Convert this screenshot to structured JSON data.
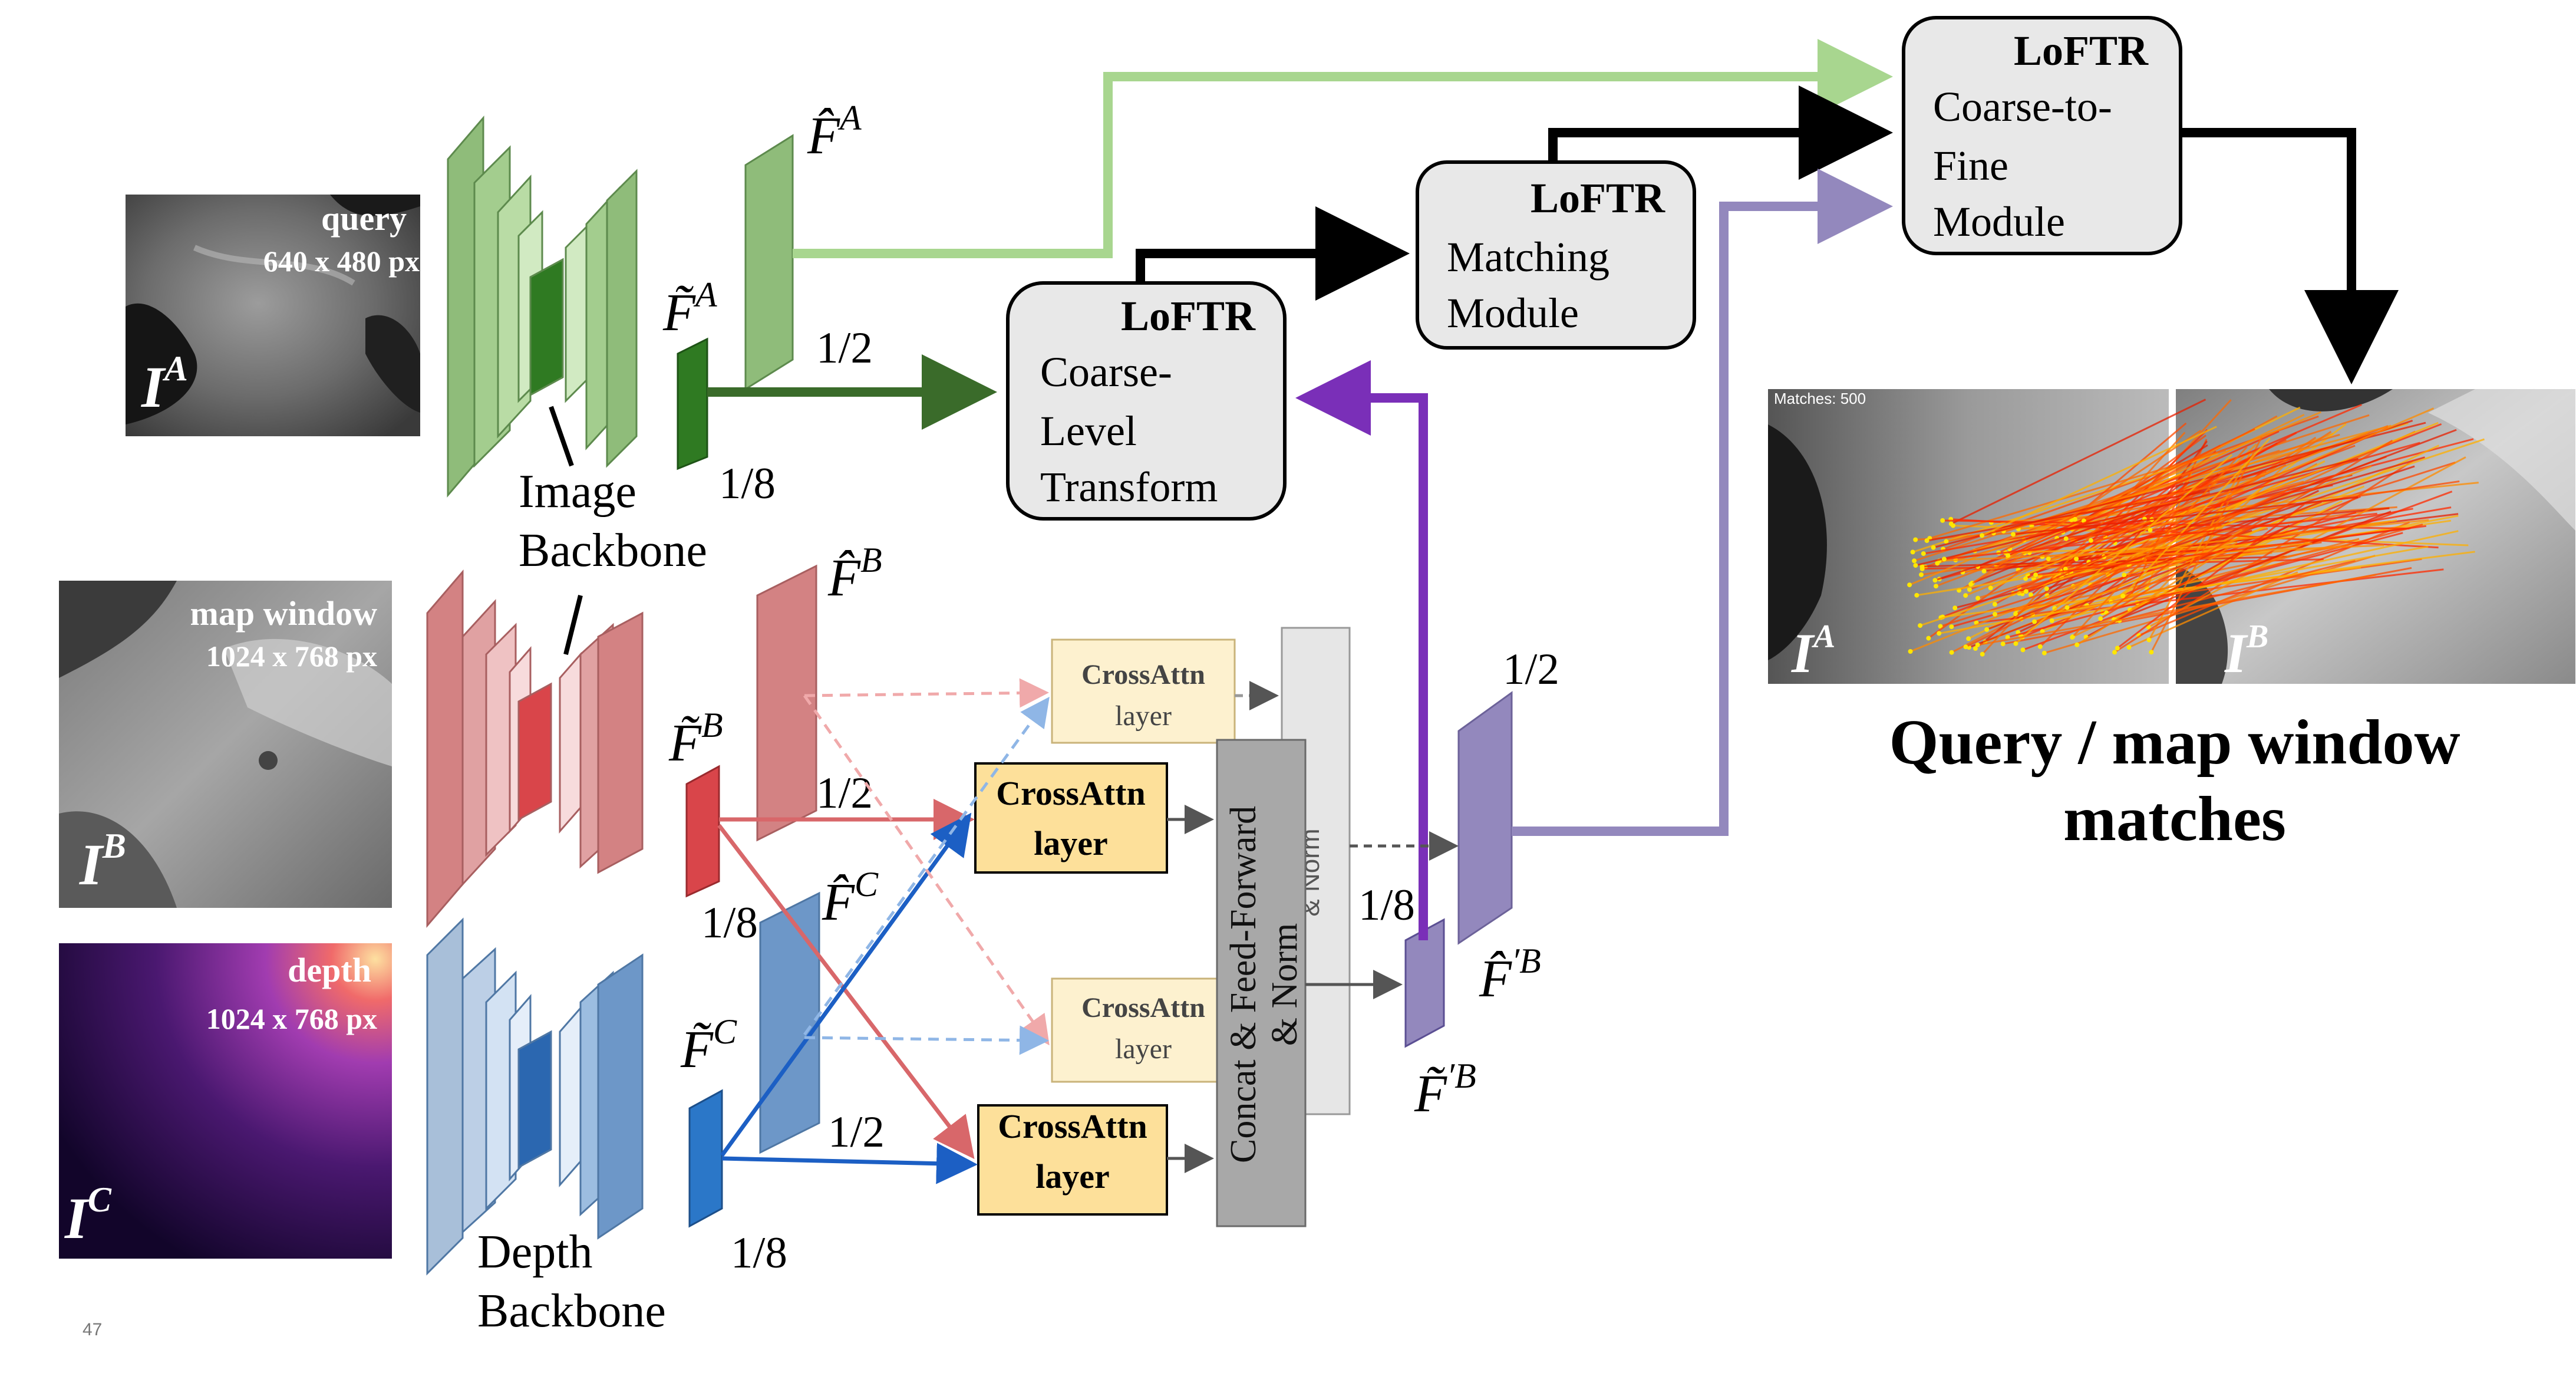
{
  "inputs": {
    "query": {
      "title": "query",
      "size": "640 x 480 px",
      "symbol": "I",
      "sup": "A"
    },
    "map": {
      "title": "map window",
      "size": "1024 x 768 px",
      "symbol": "I",
      "sup": "B"
    },
    "depth": {
      "title": "depth",
      "size": "1024 x 768 px",
      "symbol": "I",
      "sup": "C"
    }
  },
  "backbones": {
    "image_line1": "Image",
    "image_line2": "Backbone",
    "depth_line1": "Depth",
    "depth_line2": "Backbone"
  },
  "features": {
    "hat": "F̂",
    "tilde": "F̃",
    "sup_a": "A",
    "sup_b": "B",
    "sup_c": "C",
    "sup_pb": "′B",
    "half": "1/2",
    "eighth": "1/8"
  },
  "modules": {
    "coarse": {
      "title": "LoFTR",
      "line1": "Coarse-",
      "line2": "Level",
      "line3": "Transform"
    },
    "matching": {
      "title": "LoFTR",
      "line1": "Matching",
      "line2": "Module"
    },
    "fine": {
      "title": "LoFTR",
      "line1": "Coarse-to-",
      "line2": "Fine",
      "line3": "Module"
    }
  },
  "cross_attn": {
    "line1": "CrossAttn",
    "line2": "layer"
  },
  "concat": {
    "line1": "Concat & Feed-Forward",
    "line2": "& Norm"
  },
  "result": {
    "matches_label": "Matches: 500",
    "sup_a": "A",
    "sup_b": "B",
    "caption_line1": "Query / map window",
    "caption_line2": "matches"
  },
  "page_number": "47",
  "colors": {
    "green": "#8fbc7a",
    "green_dark": "#3a6b2a",
    "green_light": "#a8d68f",
    "red": "#d38283",
    "red_dark": "#d04448",
    "blue": "#6d97c8",
    "blue_dark": "#1c5fc4",
    "purple": "#9388bd",
    "purple_dark": "#7a2fb8",
    "crossattn_fill": "#fde9a8",
    "module_fill": "#e8e8e8"
  }
}
